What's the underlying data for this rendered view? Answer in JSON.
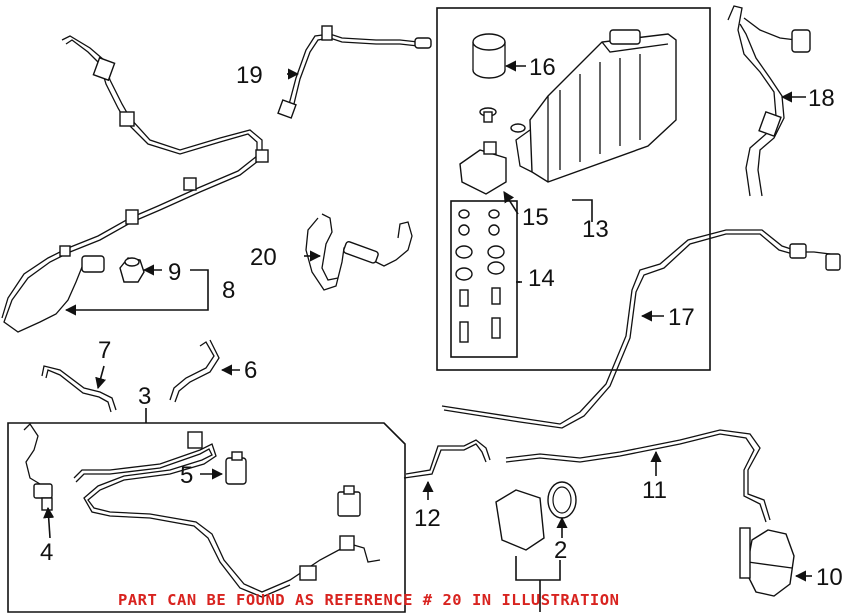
{
  "callouts": {
    "c2": "2",
    "c3": "3",
    "c4": "4",
    "c5": "5",
    "c6": "6",
    "c7": "7",
    "c8": "8",
    "c9": "9",
    "c10": "10",
    "c11": "11",
    "c12": "12",
    "c13": "13",
    "c14": "14",
    "c15": "15",
    "c16": "16",
    "c17": "17",
    "c18": "18",
    "c19": "19",
    "c20": "20"
  },
  "notice": "PART CAN BE FOUND AS REFERENCE # 20 IN ILLUSTRATION",
  "colors": {
    "line": "#111111",
    "notice": "#d8231f",
    "background": "#ffffff"
  }
}
